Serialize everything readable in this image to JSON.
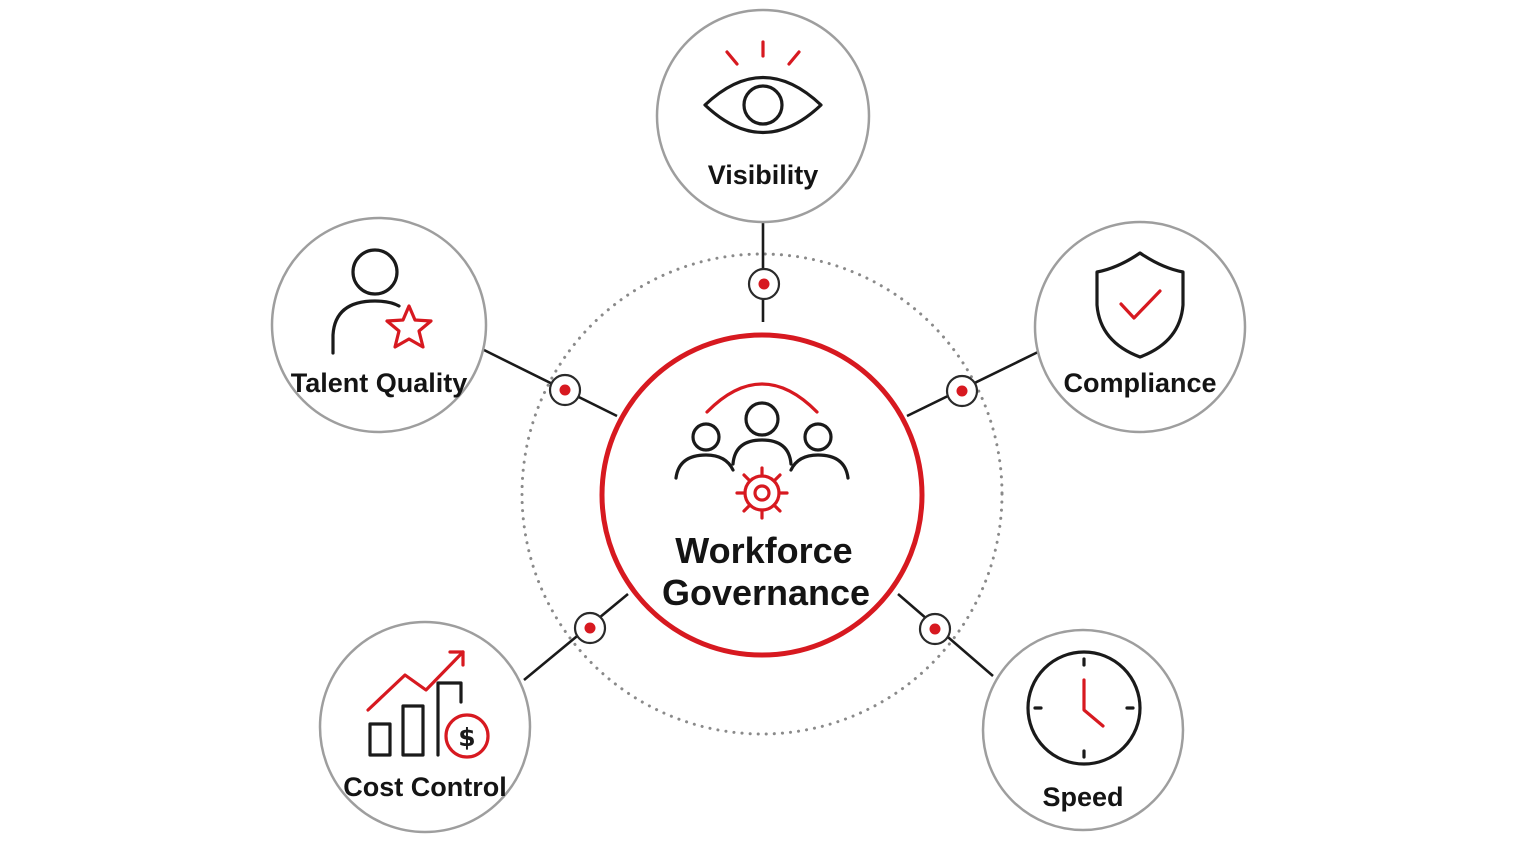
{
  "hub": {
    "title_line1": "Workforce",
    "title_line2": "Governance",
    "icon": "team-gear-icon"
  },
  "nodes": [
    {
      "id": "visibility",
      "label": "Visibility",
      "icon": "eye-icon"
    },
    {
      "id": "compliance",
      "label": "Compliance",
      "icon": "shield-check-icon"
    },
    {
      "id": "speed",
      "label": "Speed",
      "icon": "clock-icon"
    },
    {
      "id": "cost-control",
      "label": "Cost Control",
      "icon": "growth-chart-dollar-icon"
    },
    {
      "id": "talent-quality",
      "label": "Talent Quality",
      "icon": "person-star-icon"
    }
  ],
  "colors": {
    "accent": "#d71920",
    "ink": "#1a1a1a",
    "ring": "#9e9e9e",
    "orbit": "#8a8a8a",
    "background": "#ffffff"
  }
}
